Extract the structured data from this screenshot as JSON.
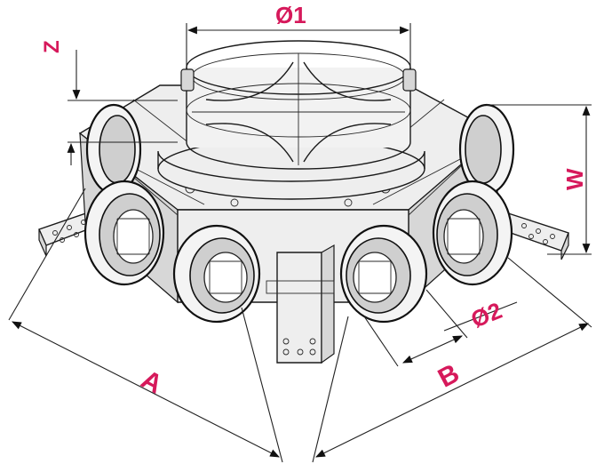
{
  "labels": {
    "d1": "Ø1",
    "d2": "Ø2",
    "z": "Z",
    "w": "W",
    "a": "A",
    "b": "B"
  },
  "colors": {
    "label": "#d6195b",
    "line": "#1a1a1a"
  }
}
